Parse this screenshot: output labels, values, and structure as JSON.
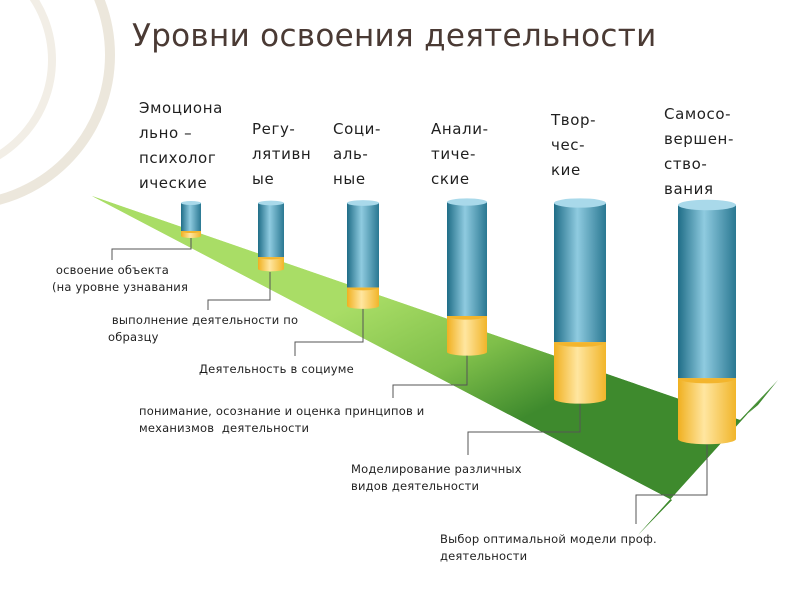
{
  "title": "Уровни освоения деятельности",
  "levels": [
    {
      "label": "Эмоциона\nльно –\nпсихолог\nические",
      "fill": 0.15
    },
    {
      "label": "Регу-\nлятивн\nые",
      "fill": 0.18
    },
    {
      "label": "Соци-\nаль-\nные",
      "fill": 0.18
    },
    {
      "label": "Анали-\nтиче-\nские",
      "fill": 0.24
    },
    {
      "label": "Твор-\nчес-\nкие",
      "fill": 0.29
    },
    {
      "label": "Самосо-\nвершен-\nство-\nвания",
      "fill": 0.26
    }
  ],
  "captions": [
    " освоение объекта\n(на уровне узнавания",
    " выполнение деятельности по\nобразцу",
    "Деятельность в социуме",
    "понимание, осознание и оценка принципов и\nмеханизмов  деятельности",
    "Моделирование различных\nвидов деятельности",
    "Выбор оптимальной модели проф.\nдеятельности"
  ],
  "colors": {
    "arrow_light": "#9ad45a",
    "arrow_dark": "#3d8a2c",
    "cylinder_body": "#4f9bb4",
    "cylinder_fill": "#f7c23c",
    "title": "#4a3a34"
  }
}
